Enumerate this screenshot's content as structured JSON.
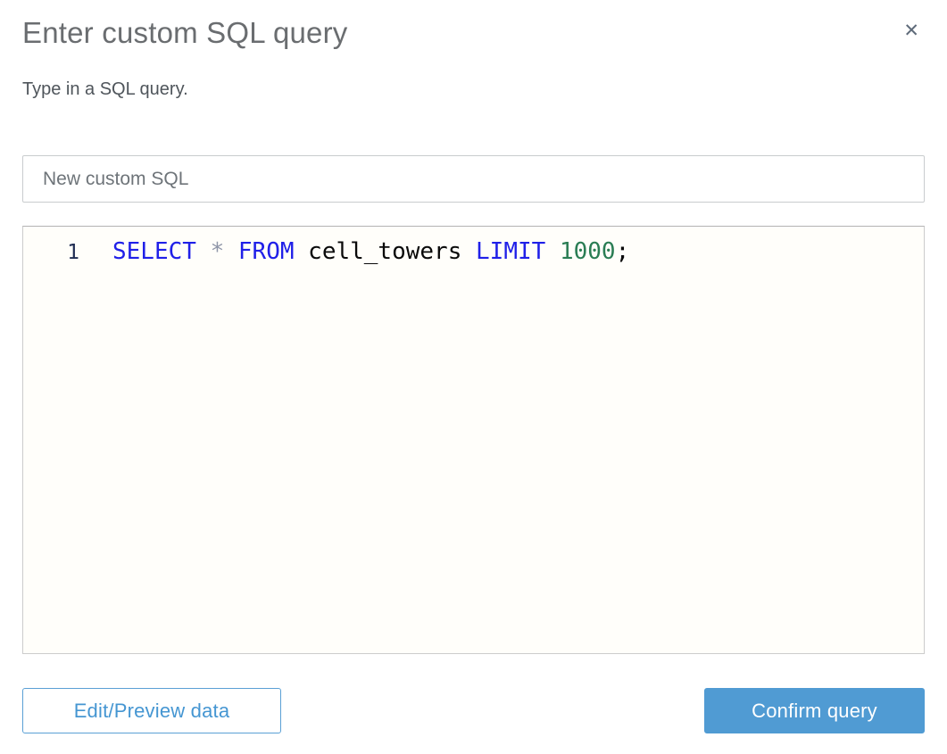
{
  "modal": {
    "title": "Enter custom SQL query",
    "subtitle": "Type in a SQL query.",
    "close_icon": "✕"
  },
  "query_name_input": {
    "value": "New custom SQL"
  },
  "sql_editor": {
    "full_query": "SELECT * FROM cell_towers LIMIT 1000;",
    "lines": [
      {
        "number": "1",
        "tokens": [
          {
            "type": "keyword",
            "text": "SELECT"
          },
          {
            "type": "plain",
            "text": " "
          },
          {
            "type": "operator",
            "text": "*"
          },
          {
            "type": "plain",
            "text": " "
          },
          {
            "type": "keyword",
            "text": "FROM"
          },
          {
            "type": "plain",
            "text": " cell_towers "
          },
          {
            "type": "keyword",
            "text": "LIMIT"
          },
          {
            "type": "plain",
            "text": " "
          },
          {
            "type": "number",
            "text": "1000"
          },
          {
            "type": "plain",
            "text": ";"
          }
        ]
      }
    ]
  },
  "footer": {
    "edit_preview_button": "Edit/Preview data",
    "confirm_button": "Confirm query"
  },
  "colors": {
    "accent_blue": "#509bd3",
    "secondary_button_text": "#4596d2",
    "secondary_button_border": "#5aa0d5",
    "title_gray": "#6a6d70",
    "editor_background": "#fffefa",
    "token_keyword": "#2020e8",
    "token_number": "#2a7d54",
    "token_operator": "#8f96a8",
    "token_plain": "#0a0a0a",
    "line_number": "#1f2c52"
  }
}
